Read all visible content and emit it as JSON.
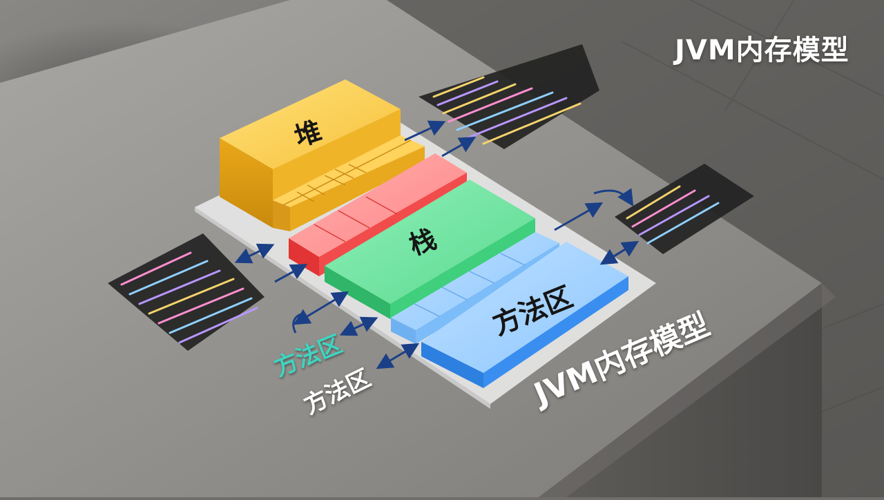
{
  "title_top": "JVM内存模型",
  "title_bottom": "JVM内存模型",
  "blocks": {
    "heap": "堆",
    "stack": "栈",
    "method_area": "方法区"
  },
  "side_labels": {
    "method_area_teal": "方法区",
    "method_area_white": "方法区"
  }
}
